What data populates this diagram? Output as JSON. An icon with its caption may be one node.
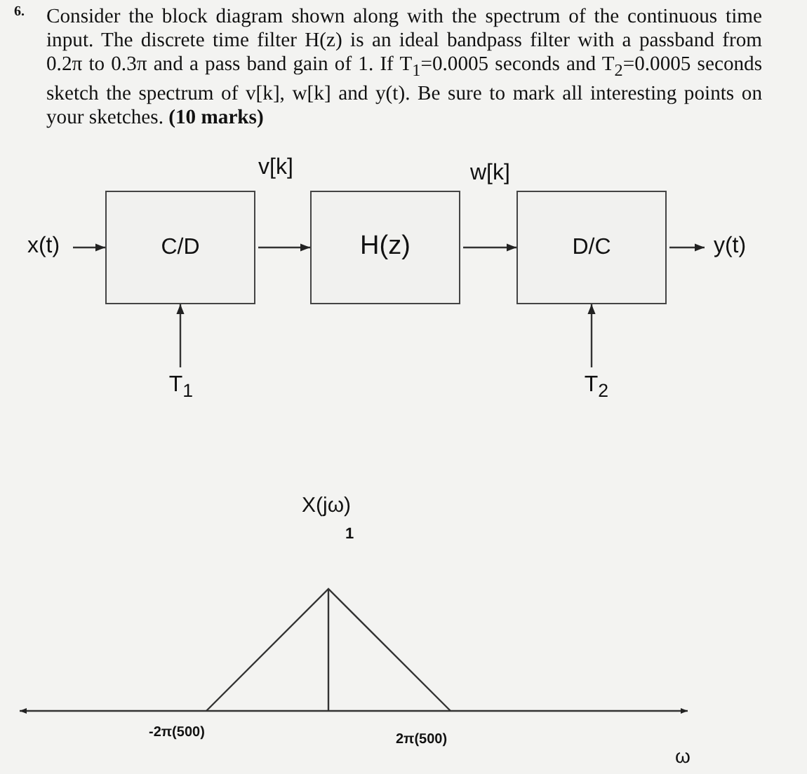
{
  "diagram": {
    "nodes": [
      {
        "text": [
          "x(t)"
        ]
      },
      {
        "text": [
          "C/D"
        ]
      },
      {
        "text": [
          "H(z)"
        ]
      },
      {
        "text": [
          "D/C"
        ]
      },
      {
        "text": [
          "y(t)"
        ]
      },
      {
        "text": [
          "T$_{1}$"
        ]
      },
      {
        "text": [
          "T$_{2}$"
        ]
      }
    ],
    "edges": [
      {
        "from": 0,
        "to": 1,
        "arrow": "to"
      },
      {
        "from": 1,
        "to": 2,
        "arrow": "to",
        "label": "v[k]"
      },
      {
        "from": 2,
        "to": 3,
        "arrow": "to",
        "label": "w[k]"
      },
      {
        "from": 3,
        "to": 4,
        "arrow": "to"
      },
      {
        "from": 5,
        "to": 1,
        "arrow": "to"
      },
      {
        "from": 6,
        "to": 3,
        "arrow": "to"
      }
    ],
    "labels": [
      "6.",
      "Consider the block diagram shown along with the spectrum of the continuous time input. The discrete time filter H(z) is an ideal bandpass filter with a passband from 0.2π to 0.3π and a pass band gain of 1. If T$_{1}$=0.0005 seconds and T$_{2}$=0.0005 seconds sketch the spectrum of v[k], w[k] and y(t). Be sure to mark all interesting points on your sketches. **(10 marks)**",
      "X(jω)",
      "1",
      "-2π(500)",
      "2π(500)",
      "ω"
    ]
  }
}
